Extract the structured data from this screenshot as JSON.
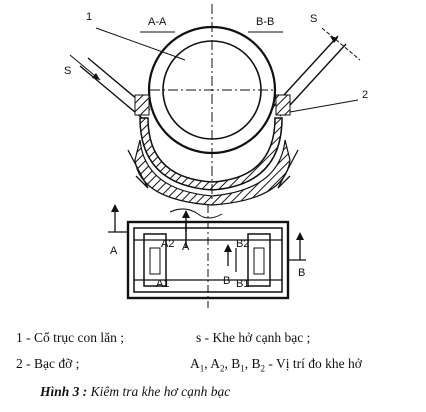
{
  "figure": {
    "section_labels": {
      "aa": "A-A",
      "bb": "B-B"
    },
    "callouts": {
      "one": "1",
      "two": "2",
      "gap_left": "S",
      "gap_right": "S"
    },
    "bottom_view": {
      "arrow_a_left": "A",
      "arrow_a_right": "A",
      "arrow_b_left": "B",
      "arrow_b_right": "B",
      "pos_a2": "A2",
      "pos_a1": "A1",
      "pos_b2": "B2",
      "pos_b1": "B1"
    }
  },
  "legend": {
    "item1": "1 - Cổ trục con lăn ;",
    "item_s": "s - Khe hở cạnh bạc ;",
    "item2": "2 - Bạc đỡ ;",
    "positions_prefix": "A",
    "positions_text": "- Vị trí đo khe hở"
  },
  "caption": {
    "label": "Hình 3 :",
    "text": "Kiêm tra khe hơ cạnh bạc"
  }
}
